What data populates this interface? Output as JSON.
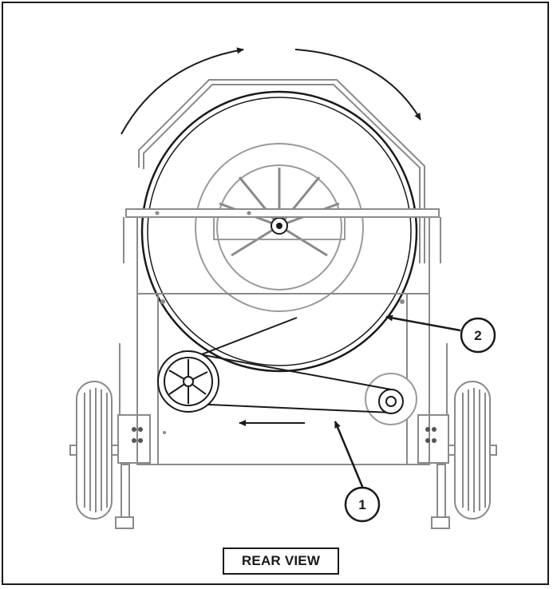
{
  "caption": "REAR VIEW",
  "callouts": [
    {
      "label": "1"
    },
    {
      "label": "2"
    }
  ],
  "colors": {
    "ink": "#1a1a1a",
    "line_gray": "#8a8a8a",
    "light_gray": "#b5b5b5"
  }
}
